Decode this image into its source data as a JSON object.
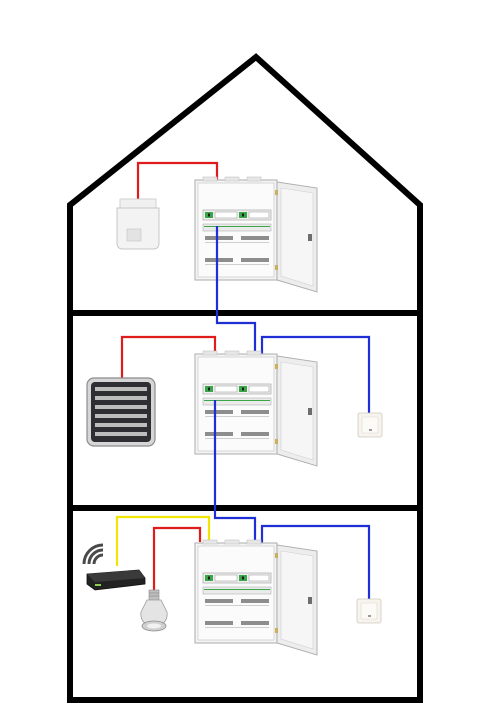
{
  "diagram": {
    "floors": [
      {
        "name": "top-floor",
        "devices": [
          "cabinet",
          "ceiling-sensor"
        ]
      },
      {
        "name": "middle-floor",
        "devices": [
          "cabinet",
          "heater-radiator",
          "wall-switch"
        ]
      },
      {
        "name": "ground-floor",
        "devices": [
          "cabinet",
          "wifi-router",
          "light-bulb",
          "wall-switch"
        ]
      }
    ],
    "wire_colors": {
      "red": "#e01b1b",
      "blue": "#1f2fd6",
      "yellow": "#f2e600",
      "outline": "#000000"
    },
    "icons": [
      "house-outline-icon",
      "distribution-cabinet-icon",
      "ceiling-sensor-icon",
      "heater-radiator-icon",
      "wall-switch-icon",
      "wifi-router-icon",
      "light-bulb-icon"
    ]
  }
}
